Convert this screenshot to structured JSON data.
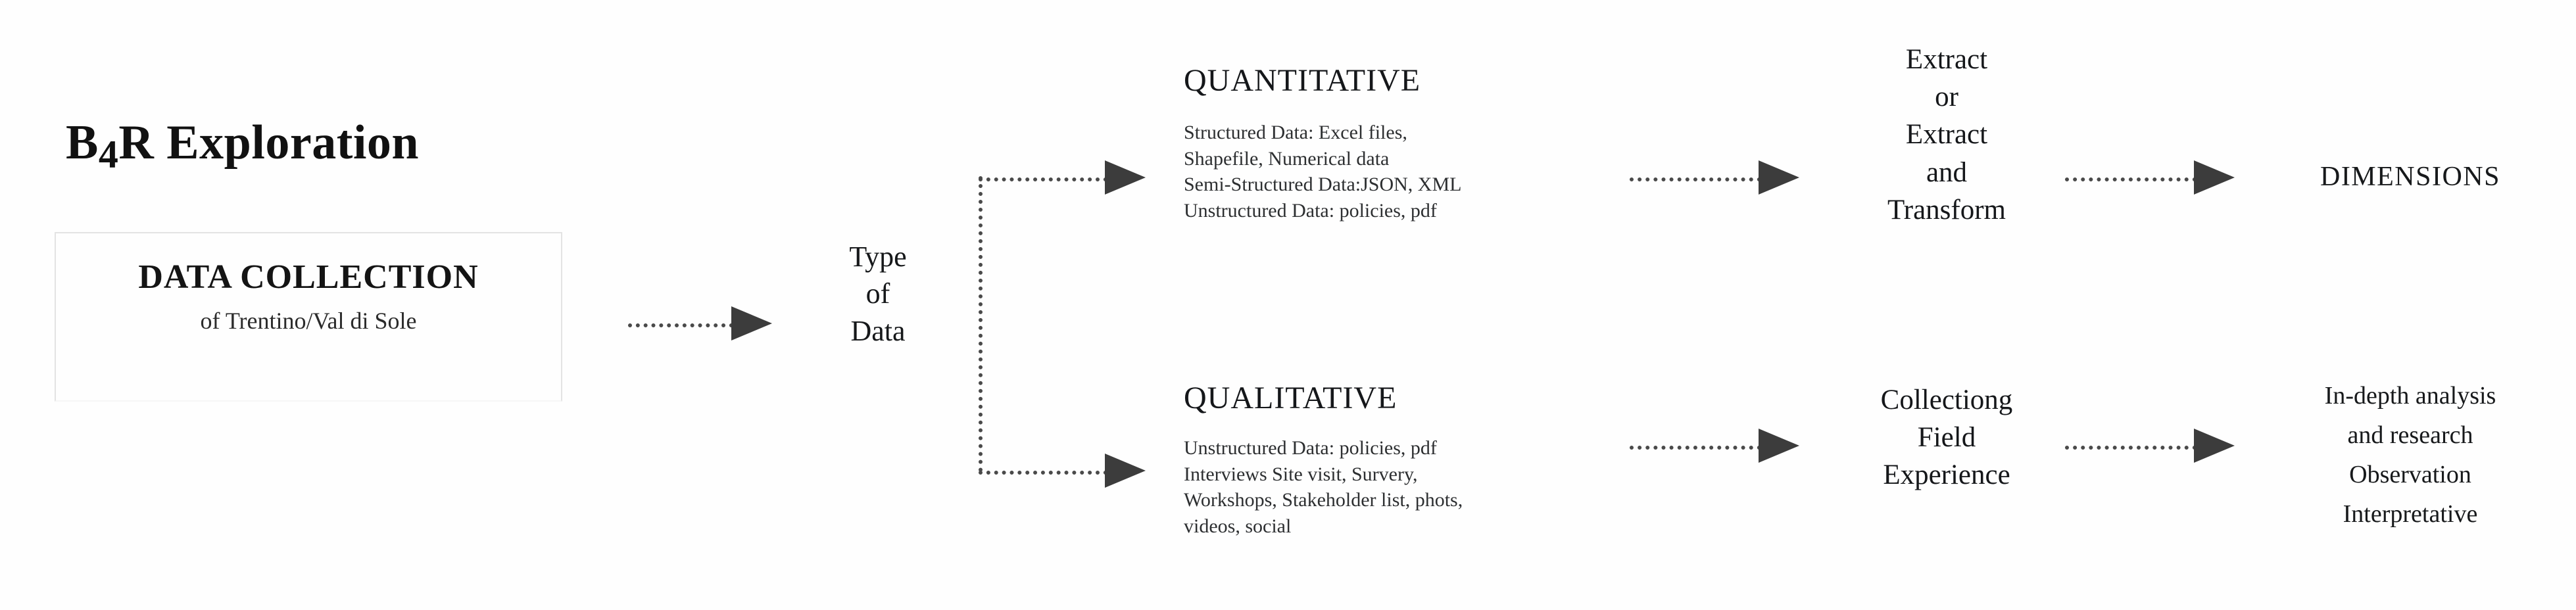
{
  "diagram": {
    "title_main": "B",
    "title_sub": "4",
    "title_rest": "R Exploration",
    "title_full": "B4R Exploration"
  },
  "collection": {
    "heading": "DATA COLLECTION",
    "subtitle": "of Trentino/Val di Sole"
  },
  "decision": {
    "label": "Type\nof\nData"
  },
  "branches": [
    {
      "heading": "QUANTITATIVE",
      "body": "Structured Data: Excel files,\nShapefile, Numerical data\nSemi-Structured Data:JSON, XML\nUnstructured Data: policies, pdf",
      "process": "Extract\nor\nExtract\nand\nTransform",
      "outcome": "DIMENSIONS"
    },
    {
      "heading": "QUALITATIVE",
      "body": "Unstructured Data: policies, pdf\nInterviews Site visit, Survery,\nWorkshops, Stakeholder list, phots,\nvideos, social",
      "process": "Collectiong\nField\nExperience",
      "outcome": "In-depth analysis\nand research\nObservation\nInterpretative"
    }
  ],
  "connectors": {
    "style": "dotted-arrow",
    "color": "#3c3c3c",
    "count": 7
  },
  "colors": {
    "background": "#fefefe",
    "text": "#15171a",
    "box_border": "#e3e3e3",
    "arrow": "#3c3c3c"
  }
}
